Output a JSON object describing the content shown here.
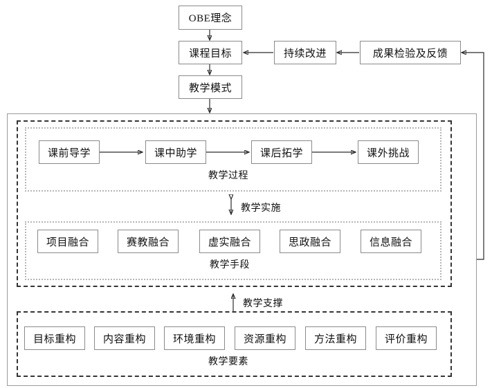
{
  "diagram": {
    "title_flow": {
      "obe": "OBE理念",
      "course_goal": "课程目标",
      "teaching_mode": "教学模式",
      "continuous_improvement": "持续改进",
      "outcome_feedback": "成果检验及反馈"
    },
    "edge_labels": {
      "implementation": "教学实施",
      "support": "教学支撑"
    },
    "groups": {
      "process": {
        "label": "教学过程",
        "items": [
          "课前导学",
          "课中助学",
          "课后拓学",
          "课外挑战"
        ]
      },
      "methods": {
        "label": "教学手段",
        "items": [
          "项目融合",
          "赛教融合",
          "虚实融合",
          "思政融合",
          "信息融合"
        ]
      },
      "elements": {
        "label": "教学要素",
        "items": [
          "目标重构",
          "内容重构",
          "环境重构",
          "资源重构",
          "方法重构",
          "评价重构"
        ]
      }
    },
    "colors": {
      "node_border": "#8a8a8a",
      "dashed_border": "#333333",
      "dotted_border": "#b5b5b5",
      "line": "#2b2b2b",
      "background": "#ffffff"
    }
  }
}
